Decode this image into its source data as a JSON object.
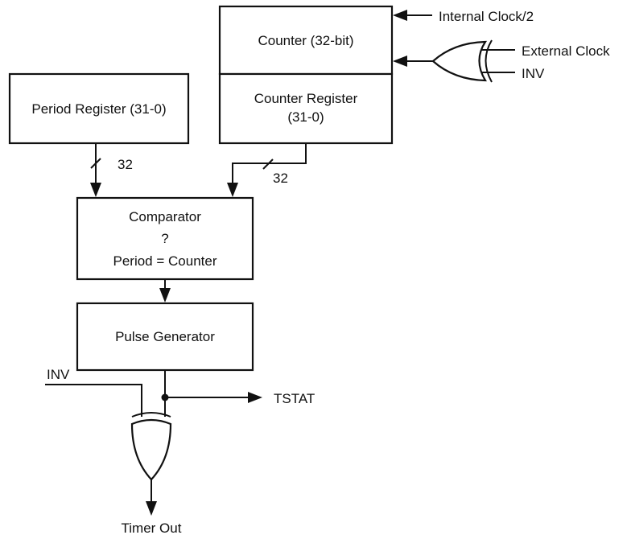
{
  "diagram": {
    "blocks": {
      "counter": {
        "label": "Counter (32-bit)"
      },
      "counter_register": {
        "label_line1": "Counter Register",
        "label_line2": "(31-0)"
      },
      "period_register": {
        "label": "Period Register (31-0)"
      },
      "comparator": {
        "label_line1": "Comparator",
        "label_line2": "?",
        "label_line3": "Period = Counter"
      },
      "pulse_generator": {
        "label": "Pulse Generator"
      }
    },
    "signals": {
      "internal_clock": "Internal Clock/2",
      "external_clock": "External Clock",
      "inv_top": "INV",
      "inv_bottom": "INV",
      "tstat": "TSTAT",
      "timer_out": "Timer Out"
    },
    "bus_widths": {
      "period_bus": "32",
      "counter_bus": "32"
    },
    "colors": {
      "ink": "#111111",
      "background": "#ffffff"
    }
  }
}
